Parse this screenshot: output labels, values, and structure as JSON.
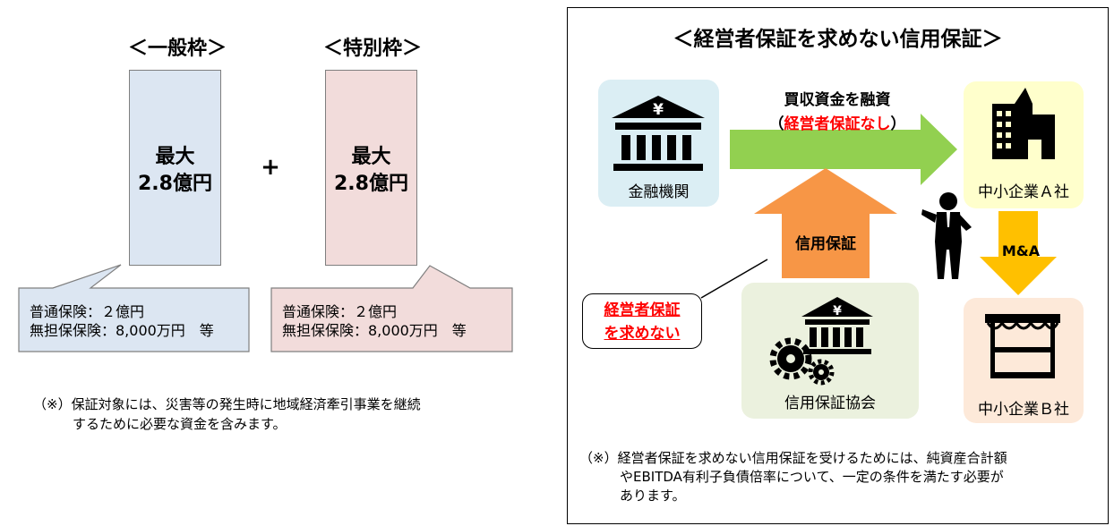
{
  "left": {
    "general_header": "＜一般枠＞",
    "special_header": "＜特別枠＞",
    "general_bar": {
      "line1": "最大",
      "line2": "2.8億円"
    },
    "special_bar": {
      "line1": "最大",
      "line2": "2.8億円"
    },
    "plus": "+",
    "general_callout": {
      "line1": "普通保険：２億円",
      "line2": "無担保保険：8,000万円　等"
    },
    "special_callout": {
      "line1": "普通保険：２億円",
      "line2": "無担保保険：8,000万円　等"
    },
    "note": {
      "line1": "（※）保証対象には、災害等の発生時に地域経済牽引事業を継続",
      "line2": "するために必要な資金を含みます。"
    }
  },
  "right": {
    "title": "＜経営者保証を求めない信用保証＞",
    "bank_label": "金融機関",
    "company_a_label": "中小企業Ａ社",
    "company_b_label": "中小企業Ｂ社",
    "association_label": "信用保証協会",
    "arrow_top": {
      "line1": "買収資金を融資",
      "line2_prefix": "（",
      "line2_red": "経営者保証なし",
      "line2_suffix": "）"
    },
    "arrow_up_label": "信用保証",
    "ma_label": "M&A",
    "badge": {
      "line1": "経営者保証",
      "line2": "を求めない"
    },
    "note": {
      "line1": "（※）経営者保証を求めない信用保証を受けるためには、純資産合計額",
      "line2": "やEBITDA有利子負債倍率について、一定の条件を満たす必要が",
      "line3": "あります。"
    }
  },
  "colors": {
    "general_fill": "#dce6f2",
    "special_fill": "#f2dcdb",
    "bank_tile": "#dbeef4",
    "company_a_tile": "#ffffcc",
    "company_b_tile": "#fde9d9",
    "association_tile": "#ebf1de",
    "green_arrow": "#92d050",
    "orange_arrow": "#f79646",
    "ma_arrow": "#ffc000",
    "red_text": "#ff0000"
  }
}
